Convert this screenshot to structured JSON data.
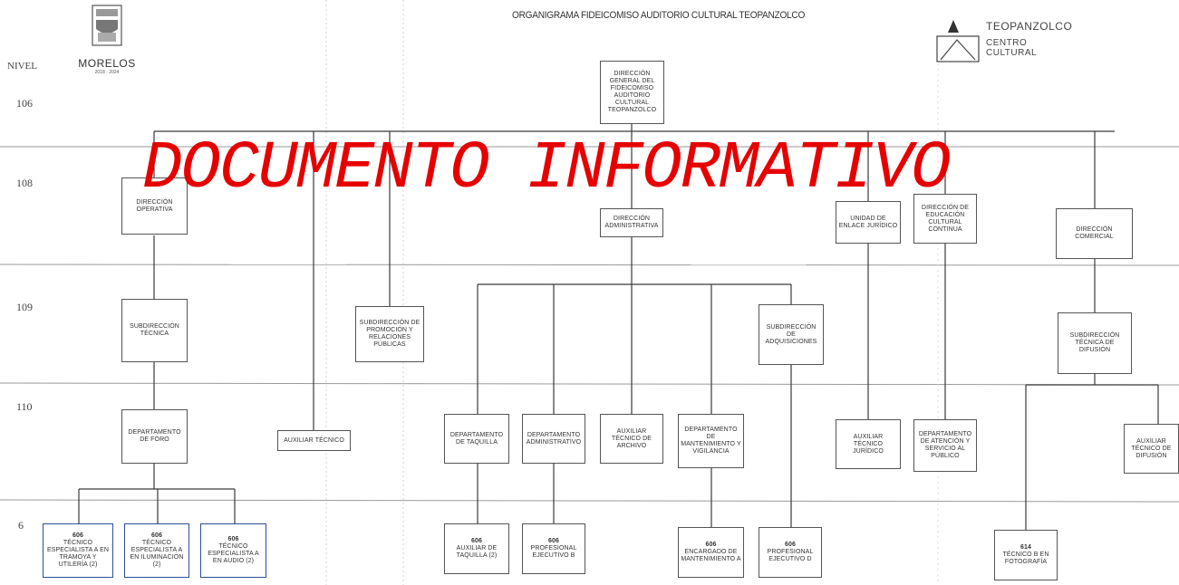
{
  "header": {
    "title": "ORGANIGRAMA FIDEICOMISO AUDITORIO CULTURAL TEOPANZOLCO",
    "morelos_logo": {
      "name": "MORELOS",
      "years": "2018 - 2024"
    },
    "teopanzolco_logo": {
      "name": "TEOPANZOLCO",
      "subtitle": "CENTRO CULTURAL"
    }
  },
  "watermark": "DOCUMENTO INFORMATIVO",
  "levels": {
    "header": "NIVEL",
    "items": [
      "106",
      "108",
      "109",
      "110",
      "6"
    ]
  },
  "nodes": {
    "direccion_general": {
      "label": "DIRECCIÓN GENERAL DEL FIDEICOMISO AUDITORIO CULTURAL TEOPANZOLCO"
    },
    "direccion_operativa": {
      "label": "DIRECCIÓN OPERATIVA"
    },
    "direccion_administrativa": {
      "label": "DIRECCIÓN ADMINISTRATIVA"
    },
    "unidad_enlace_juridico": {
      "label": "UNIDAD DE ENLACE JURÍDICO"
    },
    "direccion_educacion": {
      "label": "DIRECCIÓN DE EDUCACIÓN CULTURAL CONTINUA"
    },
    "direccion_comercial": {
      "label": "DIRECCIÓN COMERCIAL"
    },
    "subdireccion_tecnica": {
      "label": "SUBDIRECCIÓN TÉCNICA"
    },
    "subdireccion_promocion": {
      "label": "SUBDIRECCIÓN DE PROMOCIÓN Y RELACIONES PÚBLICAS"
    },
    "subdireccion_adquisiciones": {
      "label": "SUBDIRECCIÓN DE ADQUISICIONES"
    },
    "subdireccion_difusion": {
      "label": "SUBDIRECCIÓN TÉCNICA DE DIFUSIÓN"
    },
    "departamento_foro": {
      "label": "DEPARTAMENTO DE FORO"
    },
    "auxiliar_tecnico": {
      "label": "AUXILIAR TÉCNICO"
    },
    "departamento_taquilla": {
      "label": "DEPARTAMENTO DE TAQUILLA"
    },
    "departamento_administrativo": {
      "label": "DEPARTAMENTO ADMINISTRATIVO"
    },
    "auxiliar_tecnico_archivo": {
      "label": "AUXILIAR TÉCNICO DE ARCHIVO"
    },
    "departamento_mantenimiento": {
      "label": "DEPARTAMENTO DE MANTENIMIENTO Y VIGILANCIA"
    },
    "auxiliar_tecnico_juridico": {
      "label": "AUXILIAR TÉCNICO JURÍDICO"
    },
    "departamento_atencion": {
      "label": "DEPARTAMENTO DE ATENCIÓN Y SERVICIO AL PÚBLICO"
    },
    "auxiliar_tecnico_difusion": {
      "label": "AUXILIAR TÉCNICO DE DIFUSIÓN"
    },
    "tecnico_tramoya": {
      "code": "606",
      "label": "TÉCNICO ESPECIALISTA A EN TRAMOYA Y UTILERÍA (2)"
    },
    "tecnico_iluminacion": {
      "code": "606",
      "label": "TÉCNICO ESPECIALISTA A EN ILUMINACIÓN (2)"
    },
    "tecnico_audio": {
      "code": "606",
      "label": "TÉCNICO ESPECIALISTA A EN AUDIO (2)"
    },
    "auxiliar_taquilla": {
      "code": "606",
      "label": "AUXILIAR DE TAQUILLA (2)"
    },
    "profesional_ejecutivo_a": {
      "code": "606",
      "label": "PROFESIONAL EJECUTIVO B"
    },
    "encargado_mantenimiento": {
      "code": "606",
      "label": "ENCARGADO DE MANTENIMIENTO A"
    },
    "profesional_ejecutivo_b": {
      "code": "606",
      "label": "PROFESIONAL EJECUTIVO D"
    },
    "tecnico_fotografia": {
      "code": "614",
      "label": "TÉCNICO B EN FOTOGRAFÍA"
    }
  }
}
